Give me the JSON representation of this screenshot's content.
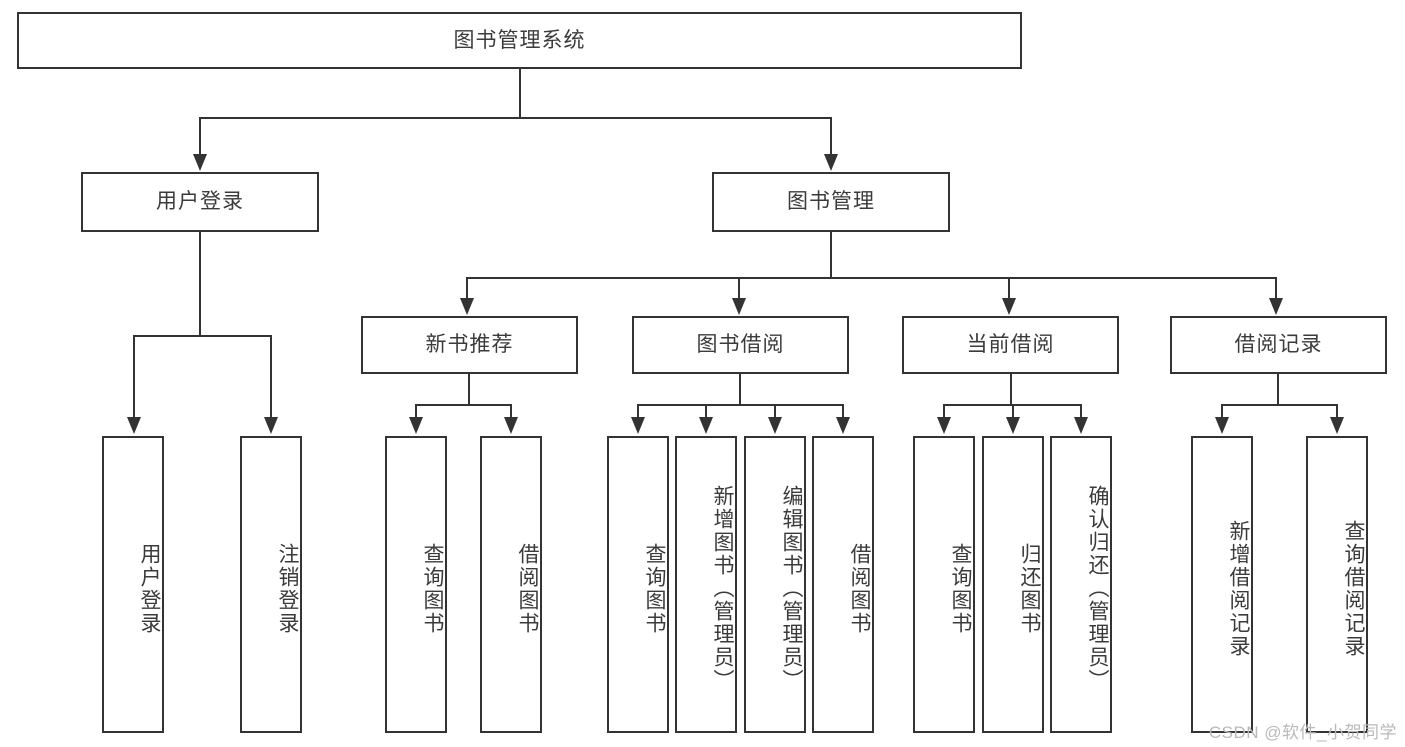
{
  "diagram": {
    "type": "tree",
    "title": "图书管理系统",
    "root": {
      "id": "root",
      "label": "图书管理系统"
    },
    "level2": [
      {
        "id": "user-login",
        "label": "用户登录"
      },
      {
        "id": "book-manage",
        "label": "图书管理"
      }
    ],
    "level3": [
      {
        "id": "new-book-rec",
        "label": "新书推荐",
        "parent": "book-manage"
      },
      {
        "id": "book-borrow",
        "label": "图书借阅",
        "parent": "book-manage"
      },
      {
        "id": "current-borrow",
        "label": "当前借阅",
        "parent": "book-manage"
      },
      {
        "id": "borrow-record",
        "label": "借阅记录",
        "parent": "book-manage"
      }
    ],
    "leaves": {
      "user-login": [
        {
          "id": "leaf-user-login",
          "label": "用户登录"
        },
        {
          "id": "leaf-user-logout",
          "label": "注销登录"
        }
      ],
      "new-book-rec": [
        {
          "id": "leaf-nbr-query",
          "label": "查询图书"
        },
        {
          "id": "leaf-nbr-borrow",
          "label": "借阅图书"
        }
      ],
      "book-borrow": [
        {
          "id": "leaf-bb-query",
          "label": "查询图书"
        },
        {
          "id": "leaf-bb-add",
          "label": "新增图书（管理员）"
        },
        {
          "id": "leaf-bb-edit",
          "label": "编辑图书（管理员）"
        },
        {
          "id": "leaf-bb-borrow",
          "label": "借阅图书"
        }
      ],
      "current-borrow": [
        {
          "id": "leaf-cb-query",
          "label": "查询图书"
        },
        {
          "id": "leaf-cb-return",
          "label": "归还图书"
        },
        {
          "id": "leaf-cb-confirm",
          "label": "确认归还（管理员）"
        }
      ],
      "borrow-record": [
        {
          "id": "leaf-br-add",
          "label": "新增借阅记录"
        },
        {
          "id": "leaf-br-query",
          "label": "查询借阅记录"
        }
      ]
    }
  },
  "watermark": {
    "text": "CSDN @软件_小贺同学"
  },
  "colors": {
    "stroke": "#333333",
    "text": "#3b3b3b",
    "background": "#ffffff",
    "watermark": "#b9b9b9"
  }
}
